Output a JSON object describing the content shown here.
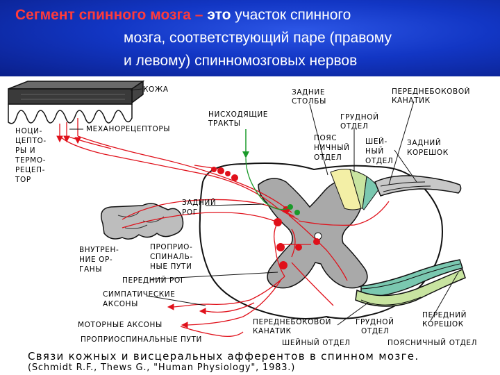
{
  "title": {
    "term": "Сегмент спинного мозга",
    "dash": " – ",
    "eto": "это",
    "rest1": " участок спинного",
    "line2": "мозга, соответствующий паре (правому",
    "line3": "и левому) спинномозговых нервов"
  },
  "labels": {
    "skin": "КОЖА",
    "noci_1": "НОЦИ-",
    "noci_2": "ЦЕПТО-",
    "noci_3": "РЫ И",
    "noci_4": "ТЕРМО-",
    "noci_5": "РЕЦЕП-",
    "noci_6": "ТОР",
    "mechano": "МЕХАНОРЕЦЕПТОРЫ",
    "descending_1": "НИСХОДЯЩИЕ",
    "descending_2": "ТРАКТЫ",
    "dorsal_columns_1": "ЗАДНИЕ",
    "dorsal_columns_2": "СТОЛБЫ",
    "anterolateral_top_1": "ПЕРЕДНЕБОКОВОЙ",
    "anterolateral_top_2": "КАНАТИК",
    "thoracic_top_1": "ГРУДНОЙ",
    "thoracic_top_2": "ОТДЕЛ",
    "lumbar_top_1": "ПОЯС",
    "lumbar_top_2": "НИЧНЫЙ",
    "lumbar_top_3": "ОТДЕЛ",
    "cervical_top_1": "ШЕЙ-",
    "cervical_top_2": "НЫЙ",
    "cervical_top_3": "ОТДЕЛ",
    "dorsal_root_1": "ЗАДНИЙ",
    "dorsal_root_2": "КОРЕШОК",
    "dorsal_horn_1": "ЗАДНИЙ",
    "dorsal_horn_2": "РОГ",
    "viscera_1": "ВНУТРЕН-",
    "viscera_2": "НИЕ ОР-",
    "viscera_3": "ГАНЫ",
    "propriospinal_1": "ПРОПРИО-",
    "propriospinal_2": "СПИНАЛЬ-",
    "propriospinal_3": "НЫЕ ПУТИ",
    "ventral_horn": "ПЕРЕДНИЙ РОГ",
    "sympathetic_1": "СИМПАТИЧЕСКИЕ",
    "sympathetic_2": "АКСОНЫ",
    "motor_axons": "МОТОРНЫЕ АКСОНЫ",
    "propriospinal_paths": "ПРОПРИОСПИНАЛЬНЫЕ ПУТИ",
    "anterolateral_bottom_1": "ПЕРЕДНЕБОКОВОЙ",
    "anterolateral_bottom_2": "КАНАТИК",
    "thoracic_bottom_1": "ГРУДНОЙ",
    "thoracic_bottom_2": "ОТДЕЛ",
    "ventral_root_1": "ПЕРЕДНИЙ",
    "ventral_root_2": "КОРЕШОК",
    "cervical_bottom": "ШЕЙНЫЙ ОТДЕЛ",
    "lumbar_bottom": "ПОЯСНИЧНЫЙ ОТДЕЛ"
  },
  "caption": {
    "line1": "Связи кожных и висцеральных афферентов в спинном мозге.",
    "line2": "(Schmidt R.F., Thews G., \"Human Physiology\", 1983.)"
  },
  "colors": {
    "header_bg": "#1236c4",
    "title_accent": "#ff3b3b",
    "title_text": "#ffffff",
    "nerve": "#e0101a",
    "descending": "#1a9a2a",
    "white_matter": "#ffffff",
    "gray_matter": "#a9a9a9",
    "cervical": "#f3efa6",
    "thoracic": "#c8e4a0",
    "lumbar": "#7ac8b0",
    "outline": "#111111"
  }
}
